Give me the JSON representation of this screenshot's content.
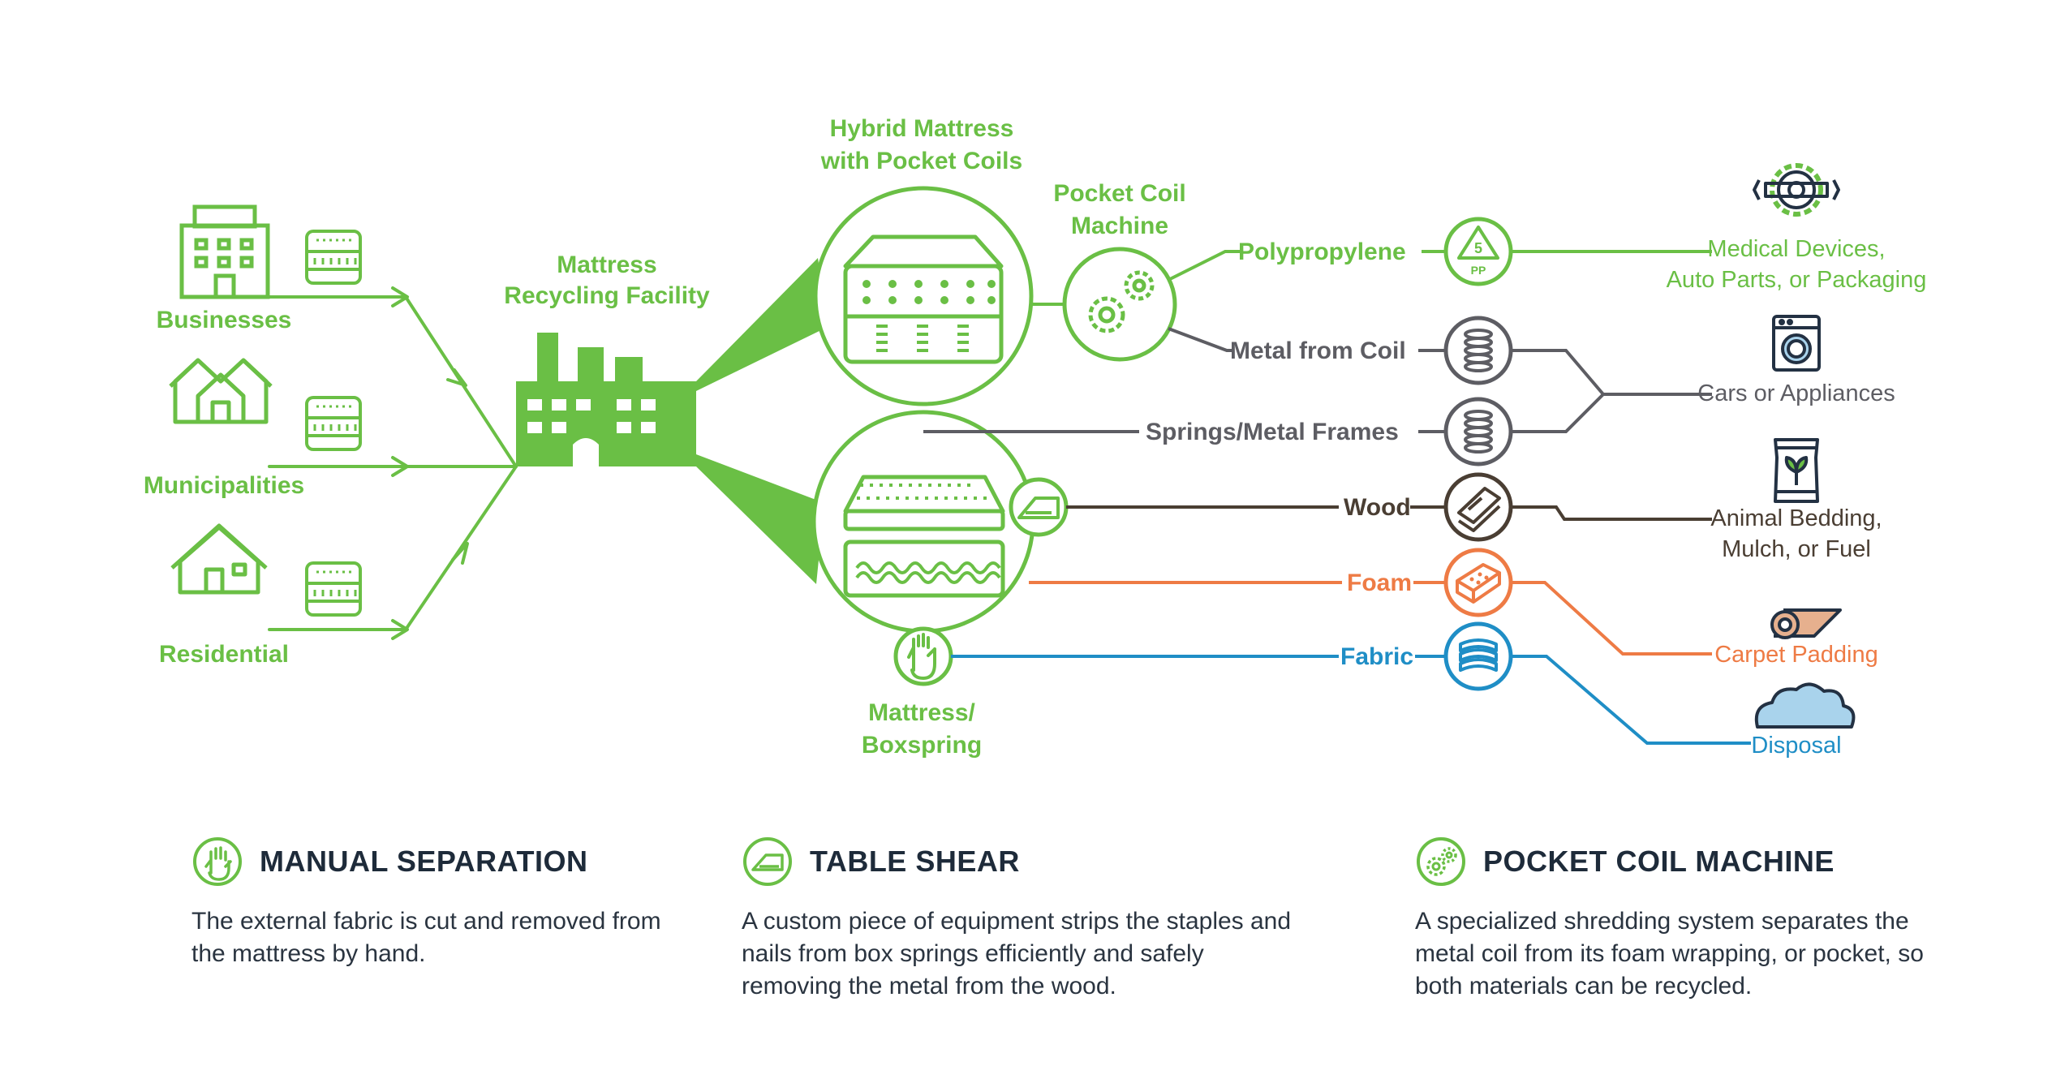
{
  "colors": {
    "green": "#6abf45",
    "gray": "#5d5d63",
    "brown": "#4a3e33",
    "orange": "#ee7b45",
    "blue": "#1f8ec6",
    "navy": "#233143",
    "cloud": "#a9d3ec"
  },
  "sources": [
    {
      "label": "Businesses",
      "icon": "office-building-icon"
    },
    {
      "label": "Municipalities",
      "icon": "houses-icon"
    },
    {
      "label": "Residential",
      "icon": "house-icon"
    }
  ],
  "facility": {
    "line1": "Mattress",
    "line2": "Recycling Facility",
    "icon": "factory-icon"
  },
  "hybrid": {
    "line1": "Hybrid Mattress",
    "line2": "with Pocket Coils",
    "icon": "pocket-coil-mattress-icon"
  },
  "pocket_machine": {
    "line1": "Pocket Coil",
    "line2": "Machine",
    "icon": "gears-icon"
  },
  "boxspring": {
    "line1": "Mattress/",
    "line2": "Boxspring",
    "icon": "mattress-boxspring-icon"
  },
  "materials": [
    {
      "label": "Polypropylene",
      "icon": "recycle-pp-5-icon",
      "color": "#6abf45"
    },
    {
      "label": "Metal from Coil",
      "icon": "coil-spring-icon",
      "color": "#5d5d63"
    },
    {
      "label": "Springs/Metal Frames",
      "icon": "coil-spring-icon",
      "color": "#5d5d63"
    },
    {
      "label": "Wood",
      "icon": "wood-planks-icon",
      "color": "#4a3e33"
    },
    {
      "label": "Foam",
      "icon": "foam-block-icon",
      "color": "#ee7b45"
    },
    {
      "label": "Fabric",
      "icon": "fabric-stack-icon",
      "color": "#1f8ec6"
    }
  ],
  "destinations": [
    {
      "lines": [
        "Medical Devices,",
        "Auto Parts, or Packaging"
      ],
      "icon": "gear-wrench-icon",
      "color": "#6abf45"
    },
    {
      "lines": [
        "Cars or Appliances"
      ],
      "icon": "washing-machine-icon",
      "color": "#5d5d63"
    },
    {
      "lines": [
        "Animal Bedding,",
        "Mulch, or Fuel"
      ],
      "icon": "mulch-bag-icon",
      "color": "#4a3e33"
    },
    {
      "lines": [
        "Carpet Padding"
      ],
      "icon": "carpet-roll-icon",
      "color": "#ee7b45"
    },
    {
      "lines": [
        "Disposal"
      ],
      "icon": "cloud-icon",
      "color": "#1f8ec6"
    }
  ],
  "legend": [
    {
      "title": "MANUAL SEPARATION",
      "text": "The external fabric is cut and removed from the mattress by hand.",
      "icon": "hand-icon"
    },
    {
      "title": "TABLE SHEAR",
      "text": "A custom piece of equipment strips the staples and nails from box springs efficiently and safely removing the metal from the wood.",
      "icon": "shear-blade-icon"
    },
    {
      "title": "POCKET COIL MACHINE",
      "text": "A specialized shredding system separates the metal coil from its foam wrapping, or pocket, so both materials can be recycled.",
      "icon": "gears-icon"
    }
  ]
}
